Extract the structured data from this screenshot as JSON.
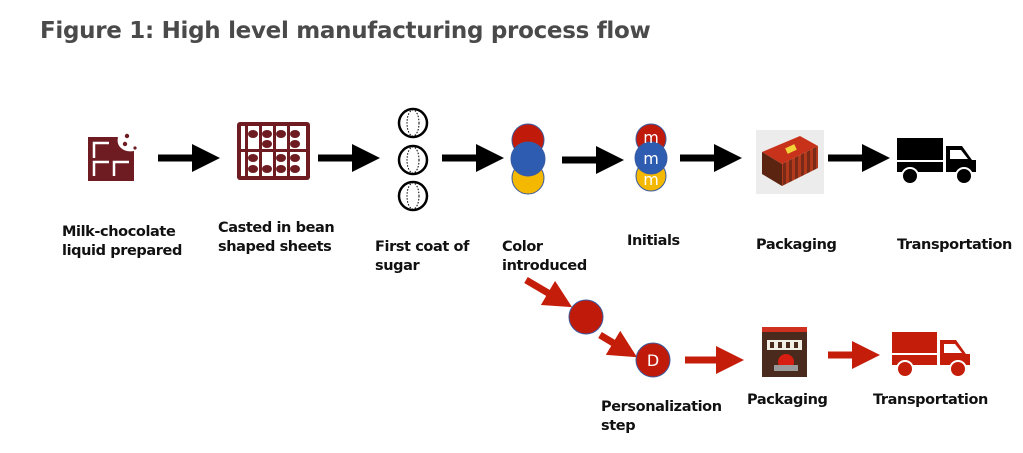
{
  "title": "Figure 1: High level manufacturing process flow",
  "colors": {
    "chocolate": "#6e1c22",
    "arrow_main": "#000000",
    "arrow_branch": "#c41e0a",
    "red_candy": "#c01a0a",
    "blue_candy": "#2e5cb0",
    "yellow_candy": "#f5b800",
    "title_text": "#4a4a4a"
  },
  "main_flow": {
    "steps": [
      {
        "id": "milk-chocolate",
        "label_lines": [
          "Milk-chocolate",
          "liquid prepared"
        ],
        "icon": "chocolate-bar-icon"
      },
      {
        "id": "casting",
        "label_lines": [
          "Casted in bean",
          "shaped sheets"
        ],
        "icon": "bean-mold-icon"
      },
      {
        "id": "sugar-coat",
        "label_lines": [
          "First coat of",
          "sugar"
        ],
        "icon": "sugar-coated-beans-icon"
      },
      {
        "id": "color",
        "label_lines": [
          "Color",
          "introduced"
        ],
        "icon": "colored-candies-icon"
      },
      {
        "id": "initials",
        "label_lines": [
          "Initials"
        ],
        "icon": "printed-candies-icon",
        "glyph": "m"
      },
      {
        "id": "packaging",
        "label_lines": [
          "Packaging"
        ],
        "icon": "box-package-icon"
      },
      {
        "id": "transportation",
        "label_lines": [
          "Transportation"
        ],
        "icon": "truck-icon"
      }
    ]
  },
  "branch_flow": {
    "steps": [
      {
        "id": "red-candy",
        "icon": "red-candy-icon"
      },
      {
        "id": "personalization",
        "label_lines": [
          "Personalization",
          "step"
        ],
        "icon": "personalized-candy-icon",
        "glyph": "D"
      },
      {
        "id": "packaging",
        "label_lines": [
          "Packaging"
        ],
        "icon": "bag-package-icon"
      },
      {
        "id": "transportation",
        "label_lines": [
          "Transportation"
        ],
        "icon": "truck-icon"
      }
    ]
  }
}
